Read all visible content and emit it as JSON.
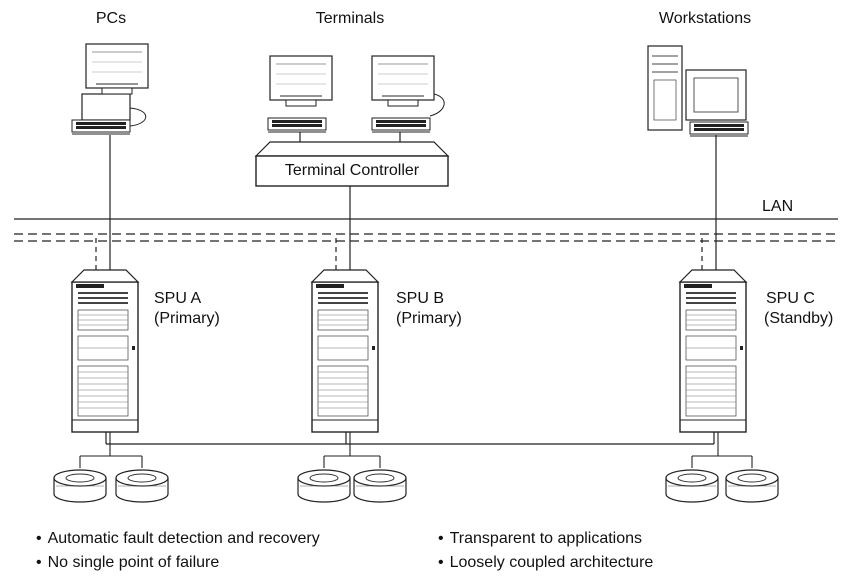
{
  "groups": {
    "pcs": "PCs",
    "terminals": "Terminals",
    "workstations": "Workstations"
  },
  "terminal_controller": "Terminal Controller",
  "lan_label": "LAN",
  "spus": [
    {
      "name": "SPU A",
      "role": "(Primary)"
    },
    {
      "name": "SPU B",
      "role": "(Primary)"
    },
    {
      "name": "SPU C",
      "role": "(Standby)"
    }
  ],
  "features": [
    "Automatic fault detection and recovery",
    "No single point of failure",
    "Transparent to applications",
    "Loosely coupled architecture"
  ]
}
